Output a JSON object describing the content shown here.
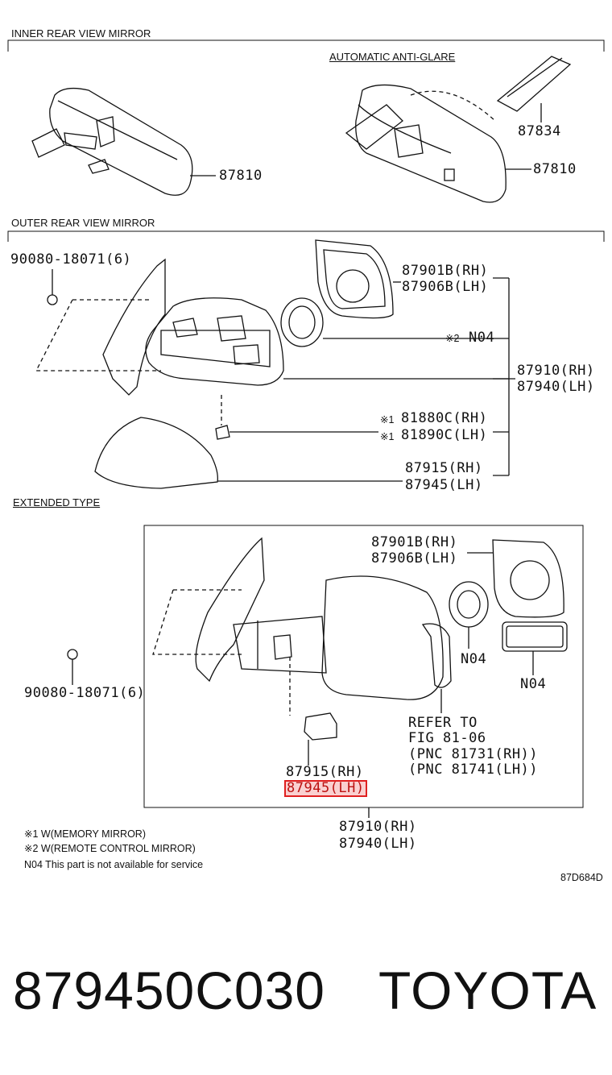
{
  "sections": {
    "inner": "INNER REAR VIEW MIRROR",
    "auto_anti_glare": "AUTOMATIC ANTI-GLARE",
    "outer": "OUTER REAR VIEW MIRROR",
    "extended": "EXTENDED TYPE"
  },
  "inner_labels": {
    "mirror_left": "87810",
    "mirror_right": "87810",
    "anti_glare_cover": "87834"
  },
  "outer_labels": {
    "bolt": "90080-18071(6)",
    "glass_rh": "87901B(RH)",
    "glass_lh": "87906B(LH)",
    "actuator_mark": "※2",
    "actuator": "N04",
    "mirror_rh": "87910(RH)",
    "mirror_lh": "87940(LH)",
    "memory_mark_1": "※1",
    "memory_rh": "81880C(RH)",
    "memory_mark_2": "※1",
    "memory_lh": "81890C(LH)",
    "cover_rh": "87915(RH)",
    "cover_lh": "87945(LH)"
  },
  "extended_labels": {
    "glass_rh": "87901B(RH)",
    "glass_lh": "87906B(LH)",
    "actuator": "N04",
    "pad": "N04",
    "bolt": "90080-18071(6)",
    "refer_1": "REFER TO",
    "refer_2": "FIG 81-06",
    "refer_3": "(PNC 81731(RH))",
    "refer_4": "(PNC 81741(LH))",
    "cover_rh": "87915(RH)",
    "cover_lh": "87945(LH)",
    "mirror_rh": "87910(RH)",
    "mirror_lh": "87940(LH)"
  },
  "notes": {
    "note1": "※1 W(MEMORY MIRROR)",
    "note2": "※2 W(REMOTE CONTROL MIRROR)",
    "note3": "N04 This part is not available for service"
  },
  "figure_code": "87D684D",
  "footer": {
    "part_number": "879450C030",
    "brand": "TOYOTA"
  },
  "highlight_color": "#e02020"
}
